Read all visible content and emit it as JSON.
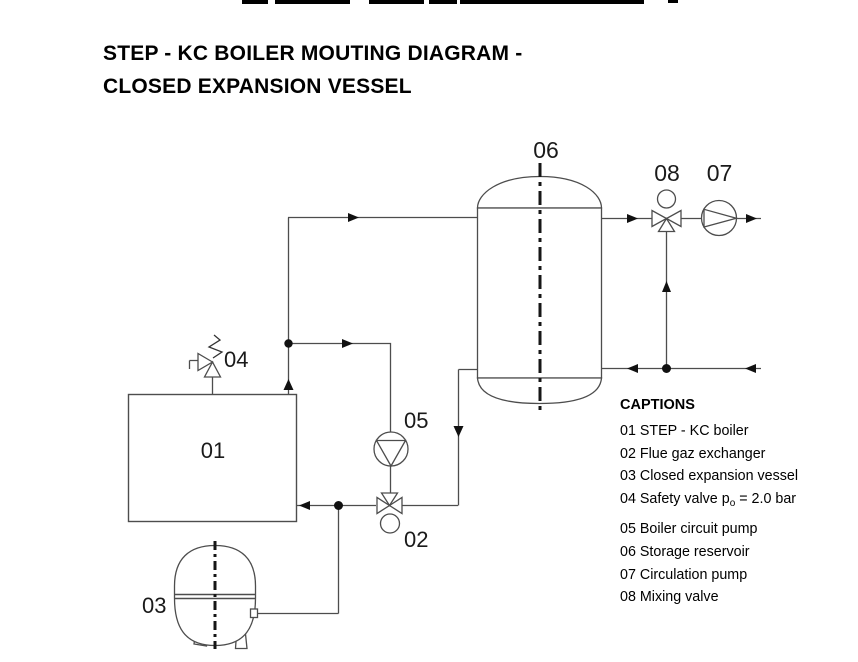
{
  "title": {
    "line1": "STEP - KC BOILER MOUTING DIAGRAM -",
    "line2": "CLOSED EXPANSION VESSEL"
  },
  "diagram": {
    "labels": {
      "boiler": "01",
      "flue_gaz_exchanger": "02",
      "expansion_vessel": "03",
      "safety_valve": "04",
      "boiler_circuit_pump": "05",
      "storage_reservoir": "06",
      "circulation_pump": "07",
      "mixing_valve": "08"
    }
  },
  "captions": {
    "heading": "CAPTIONS",
    "items": [
      {
        "text": "01 STEP - KC boiler"
      },
      {
        "text": "02 Flue gaz exchanger"
      },
      {
        "text": "03 Closed expansion vessel"
      },
      {
        "pre": "04 Safety valve p",
        "sub": "o",
        "post": " = 2.0 bar"
      },
      {
        "text": "05 Boiler circuit pump"
      },
      {
        "text": "06 Storage reservoir"
      },
      {
        "text": "07 Circulation pump"
      },
      {
        "text": "08 Mixing valve"
      }
    ]
  },
  "colors": {
    "pipe": "#4d4d4d",
    "arrow": "#111111",
    "centerline": "#161616",
    "text": "#000000"
  }
}
